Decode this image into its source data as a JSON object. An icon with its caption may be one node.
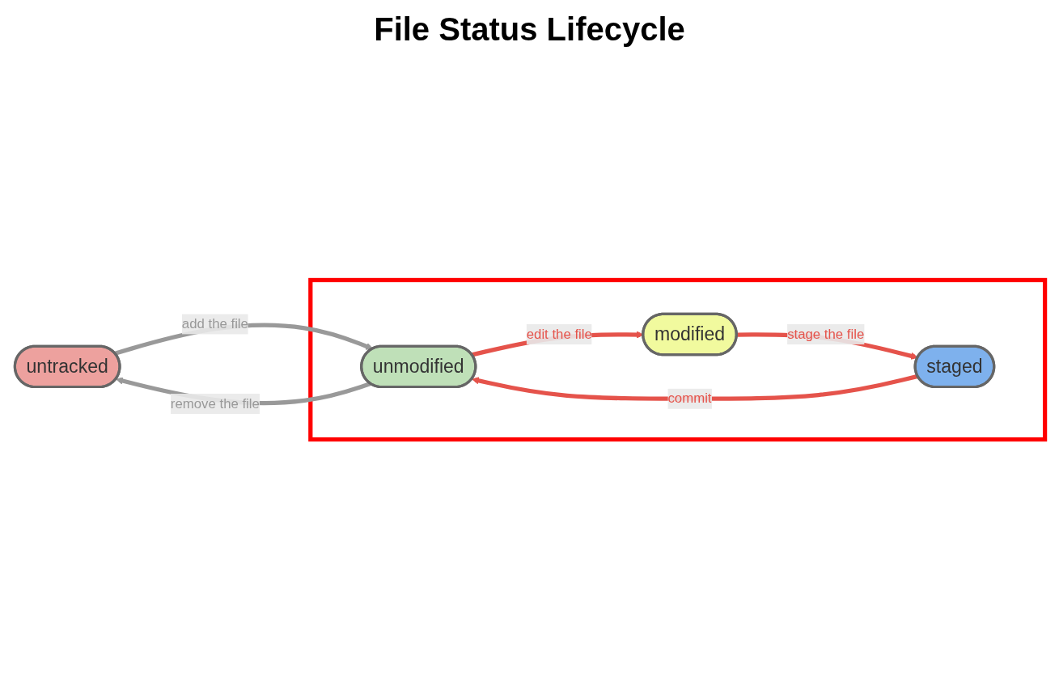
{
  "diagram": {
    "title": "File Status Lifecycle",
    "nodes": [
      {
        "text": [
          "untracked"
        ]
      },
      {
        "text": [],
        "shape": "box"
      },
      {
        "text": [
          "unmodified"
        ],
        "in": 1
      },
      {
        "text": [
          "modified"
        ],
        "in": 1
      },
      {
        "text": [
          "staged"
        ],
        "in": 1
      }
    ],
    "edges": [
      {
        "from": 0,
        "to": 2,
        "label": "add the file",
        "arrow": "to",
        "color": "#999999"
      },
      {
        "from": 2,
        "to": 3,
        "label": "edit the file",
        "arrow": "to"
      },
      {
        "from": 3,
        "to": 4,
        "label": "stage the file",
        "arrow": "to"
      },
      {
        "from": 2,
        "to": 0,
        "label": "remove the file",
        "arrow": "to",
        "color": "#999999"
      },
      {
        "from": 4,
        "to": 2,
        "label": "commit",
        "arrow": "to"
      }
    ]
  }
}
